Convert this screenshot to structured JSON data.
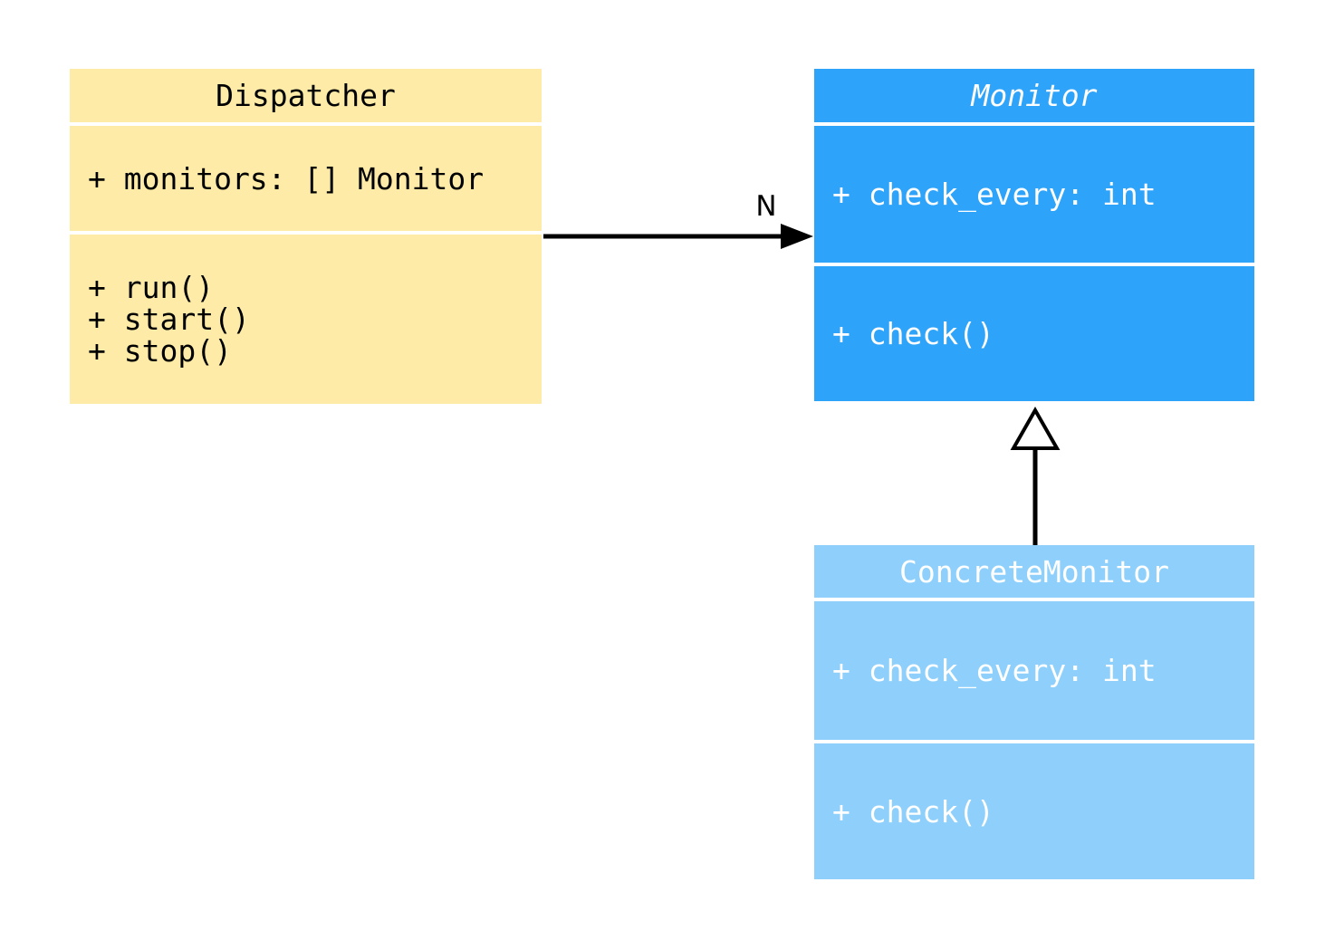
{
  "diagram": {
    "type": "uml-class-diagram",
    "background_color": "#ffffff",
    "classes": [
      {
        "id": "dispatcher",
        "name": "Dispatcher",
        "abstract": false,
        "attributes": [
          "+ monitors: [] Monitor"
        ],
        "methods": [
          "+ run()",
          "+ start()",
          "+ stop()"
        ],
        "fill": "#fdeba7",
        "text_color": "#000000"
      },
      {
        "id": "monitor",
        "name": "Monitor",
        "abstract": true,
        "attributes": [
          "+ check_every: int"
        ],
        "methods": [
          "+ check()"
        ],
        "fill": "#2ea3fa",
        "text_color": "#ffffff"
      },
      {
        "id": "concrete-monitor",
        "name": "ConcreteMonitor",
        "abstract": false,
        "attributes": [
          "+ check_every: int"
        ],
        "methods": [
          "+ check()"
        ],
        "fill": "#8ed0fb",
        "text_color": "#ffffff"
      }
    ],
    "relations": [
      {
        "type": "association",
        "from": "Dispatcher",
        "to": "Monitor",
        "label": "N",
        "line_color": "#000000"
      },
      {
        "type": "inheritance",
        "from": "ConcreteMonitor",
        "to": "Monitor",
        "label": "",
        "line_color": "#000000"
      }
    ]
  }
}
